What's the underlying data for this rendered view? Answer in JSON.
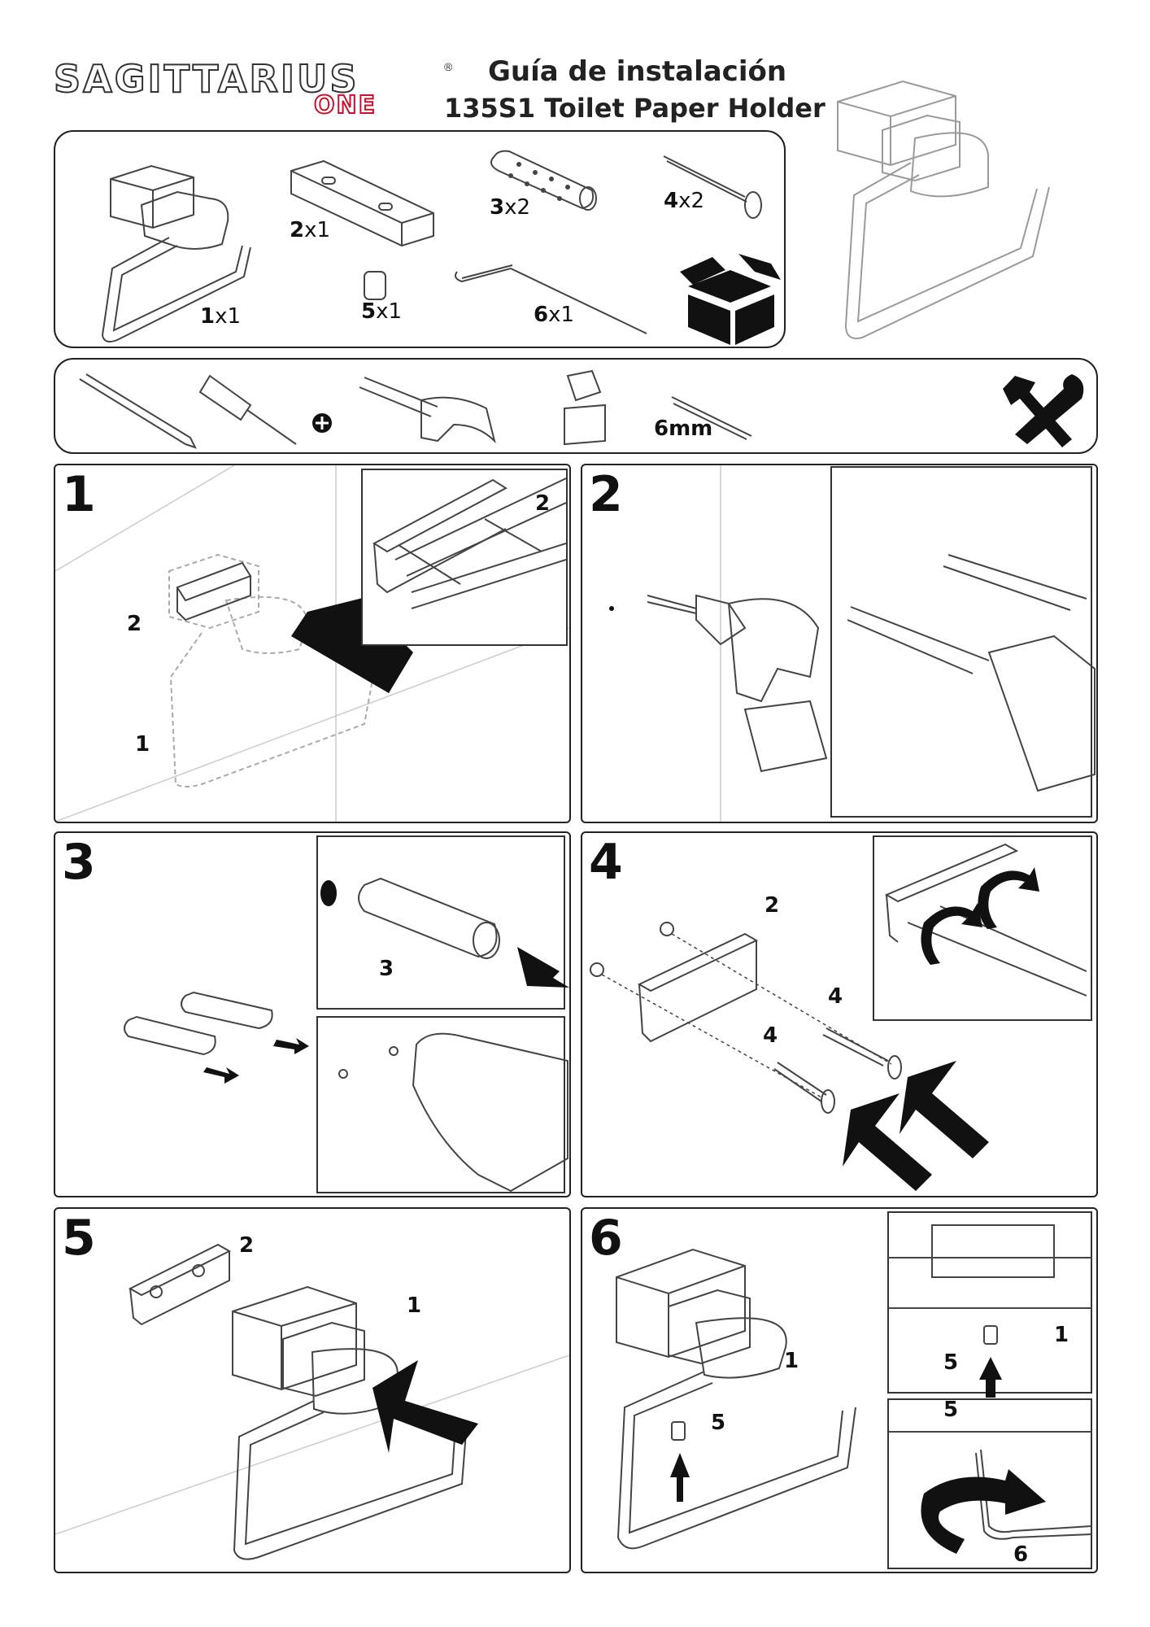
{
  "brand": {
    "name": "SAGITTARIUS",
    "registered": "®",
    "sub": "ONE",
    "accent": "#c8102e"
  },
  "header": {
    "title": "Guía de instalación",
    "subtitle": "135S1 Toilet Paper Holder"
  },
  "parts": [
    {
      "num": "1",
      "qty": "x1"
    },
    {
      "num": "2",
      "qty": "x1"
    },
    {
      "num": "3",
      "qty": "x2"
    },
    {
      "num": "4",
      "qty": "x2"
    },
    {
      "num": "5",
      "qty": "x1"
    },
    {
      "num": "6",
      "qty": "x1"
    }
  ],
  "tools": {
    "drill_bit_size": "6mm"
  },
  "steps": [
    {
      "num": "1",
      "labels": [
        "2",
        "1",
        "2"
      ]
    },
    {
      "num": "2"
    },
    {
      "num": "3",
      "labels": [
        "3"
      ]
    },
    {
      "num": "4",
      "labels": [
        "2",
        "4",
        "4"
      ]
    },
    {
      "num": "5",
      "labels": [
        "2",
        "1"
      ]
    },
    {
      "num": "6",
      "labels": [
        "1",
        "5",
        "1",
        "5",
        "5",
        "6"
      ]
    }
  ]
}
